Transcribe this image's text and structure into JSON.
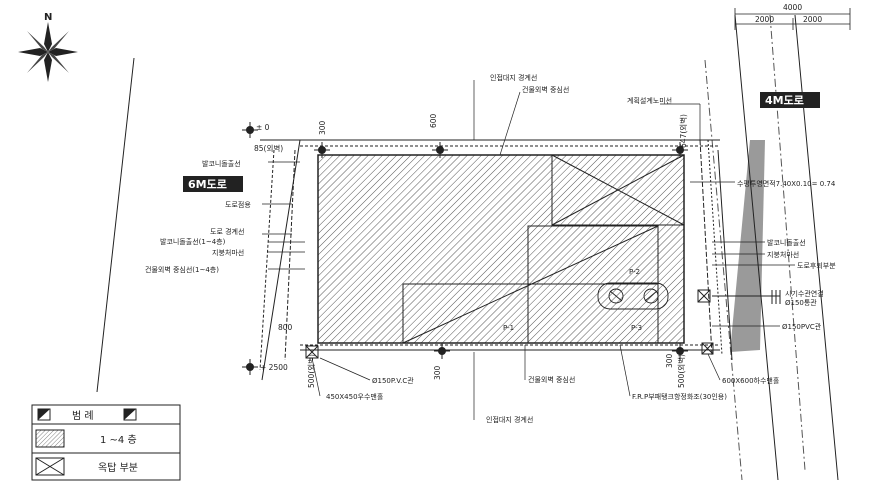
{
  "compass": {
    "north_label": "N",
    "icon": "north-arrow-compass-icon"
  },
  "roads": {
    "left": "6M도로",
    "right": "4M도로"
  },
  "top_dimensions": {
    "total": "4000",
    "left_half": "2000",
    "right_half": "2000"
  },
  "levels": {
    "top_left": "± 0",
    "bottom_left": "+ 2500"
  },
  "dimensions": {
    "dim_300_top": "300",
    "dim_600_top": "600",
    "dim_647": "647(외벽)",
    "dim_85": "85(외벽)",
    "dim_800": "800",
    "dim_300_bottom": "300",
    "dim_300_bottom_right": "300",
    "dim_500_left": "500(외벽)",
    "dim_500_right": "500(외벽)"
  },
  "labels": {
    "neighbor_top": "인접대지 경계선",
    "wall_center_top": "건물외벽 중심선",
    "design_slope": "계획설계노미선",
    "balcony_line": "발코니돌출선",
    "road_width": "도로점용",
    "road_boundary": "도로 경계선",
    "balcony_1_4": "발코니돌출선(1~4층)",
    "roof_eave": "지붕처마선",
    "wall_center_1_4": "건물외벽 중심선(1~4층)",
    "permeable_area": "수평투영면적7.40X0.10= 0.74",
    "balcony_right": "발코니돌출선",
    "ground_line": "지붕처마선",
    "road_retreat": "도로후퇴부분",
    "sewer_connect": "시기수관연결",
    "sewer_size": "Ø150통관",
    "pvc_pipe_right": "Ø150PVC관",
    "pvc_pipe_bottom": "Ø150P.V.C관",
    "rain_pit_450": "450X450우수맨홀",
    "wall_center_bottom": "건물외벽 중심선",
    "neighbor_bottom": "인접대지 경계선",
    "septic_tank": "F.R.P부패탱크항정화조(30인용)",
    "manhole_600": "600X600하수맨홀",
    "parking_1": "P-1",
    "parking_2": "P-2",
    "parking_3": "P-3"
  },
  "legend": {
    "title": "범 례",
    "floors_1_4": "1 ~4 층",
    "rooftop": "옥탑 부분"
  },
  "colors": {
    "ink": "#222222",
    "road_gray": "#9a9a9a",
    "road_label_bg": "#222222"
  }
}
